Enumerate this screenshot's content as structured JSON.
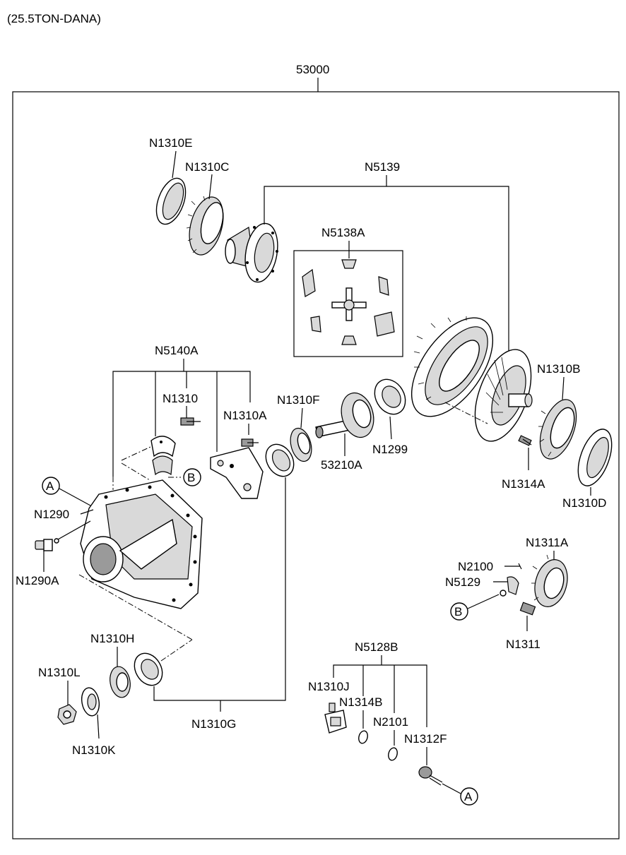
{
  "header": {
    "subtitle": "(25.5TON-DANA)"
  },
  "assembly": {
    "number": "53000"
  },
  "labels": {
    "n1310e": "N1310E",
    "n1310c": "N1310C",
    "n5139": "N5139",
    "n5138a": "N5138A",
    "n5140a": "N5140A",
    "n1310": "N1310",
    "n1310a": "N1310A",
    "n1310f": "N1310F",
    "n1299": "N1299",
    "p53210a": "53210A",
    "n1310b": "N1310B",
    "n1314a": "N1314A",
    "n1310d": "N1310D",
    "n1290": "N1290",
    "n1290a": "N1290A",
    "n1311a": "N1311A",
    "n2100": "N2100",
    "n5129": "N5129",
    "n1311": "N1311",
    "n1310h": "N1310H",
    "n1310l": "N1310L",
    "n1310k": "N1310K",
    "n1310g": "N1310G",
    "n5128b": "N5128B",
    "n1310j": "N1310J",
    "n1314b": "N1314B",
    "n2101": "N2101",
    "n1312f": "N1312F"
  },
  "callouts": {
    "a": "A",
    "b": "B"
  }
}
